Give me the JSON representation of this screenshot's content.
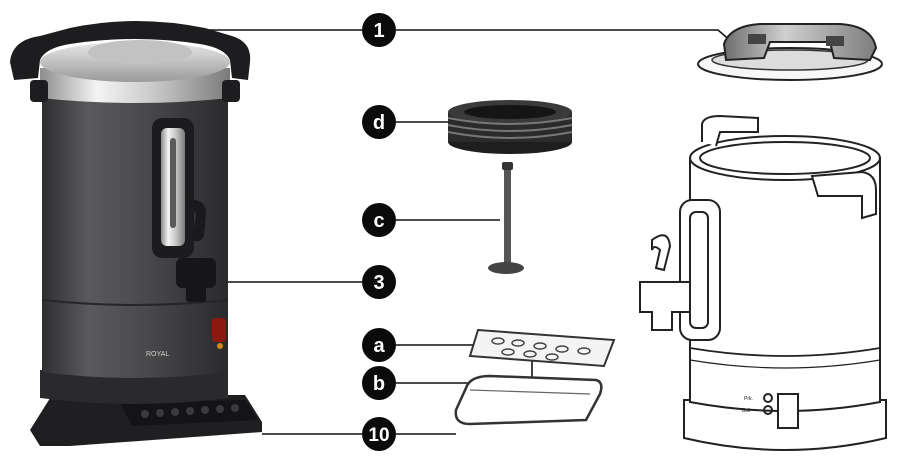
{
  "callouts": [
    {
      "id": "1",
      "label": "1"
    },
    {
      "id": "d",
      "label": "d"
    },
    {
      "id": "c",
      "label": "c"
    },
    {
      "id": "3",
      "label": "3"
    },
    {
      "id": "a",
      "label": "a"
    },
    {
      "id": "b",
      "label": "b"
    },
    {
      "id": "10",
      "label": "10"
    }
  ],
  "urn": {
    "brand_mark": "ROYAL",
    "body_color": "#4a4a4c",
    "base_color": "#1f1f21"
  },
  "line_drawing": {
    "label_on": "Prk.",
    "label_off": "Boil"
  },
  "colors": {
    "callout_fill": "#0b0b0b",
    "leader_line": "#111111"
  }
}
